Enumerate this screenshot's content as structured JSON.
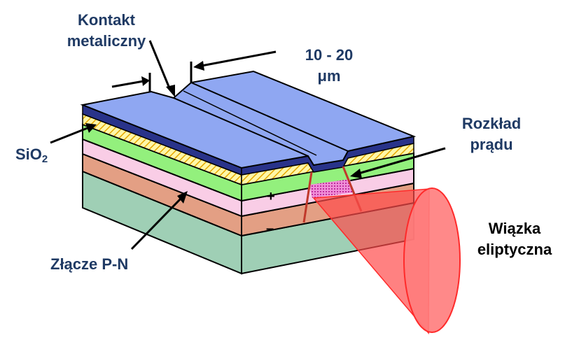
{
  "labels": {
    "contact_line1": "Kontakt",
    "contact_line2": "metaliczny",
    "width_line1": "10 - 20",
    "width_line2": "μm",
    "current_line1": "Rozkład",
    "current_line2": "prądu",
    "sio2_main": "SiO",
    "sio2_sub": "2",
    "junction": "Złącze P-N",
    "beam_line1": "Wiązka",
    "beam_line2": "eliptyczna",
    "plus": "+",
    "minus": "–"
  },
  "colors": {
    "label_text": "#1f3a64",
    "beam_label_text": "#000000",
    "metal_contact": "#8fa7f2",
    "contact_dark": "#29338a",
    "oxide": "#f8f08a",
    "p_layer": "#93f07d",
    "active_layer": "#f9cde6",
    "n_layer": "#e39f84",
    "substrate": "#9fcfb5",
    "beam": "#ff5a5a",
    "current_lines": "#c0392b"
  }
}
